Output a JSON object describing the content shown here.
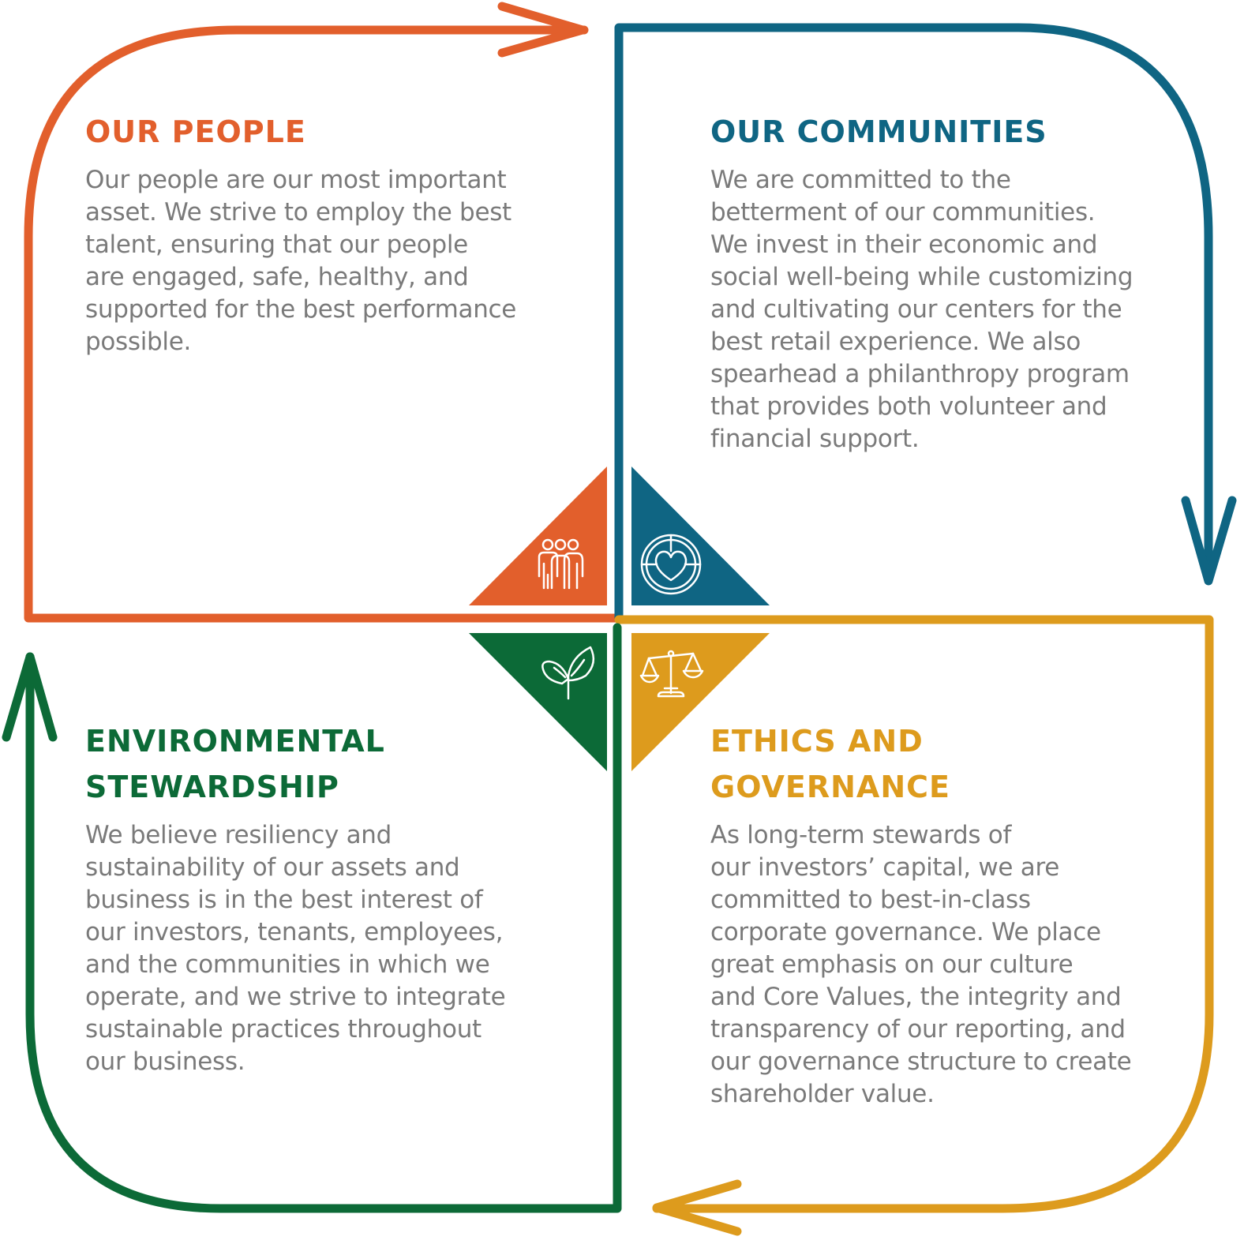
{
  "colors": {
    "people": "#e25f2c",
    "communities": "#0f6583",
    "environment": "#0c6a37",
    "ethics": "#dd9b1d",
    "body_text": "#7a7a7a"
  },
  "quadrants": {
    "people": {
      "title": "OUR PEOPLE",
      "lines": [
        "Our people are our most important",
        "asset. We strive to employ the best",
        "talent, ensuring that our people",
        "are engaged, safe, healthy, and",
        "supported for the best performance",
        "possible."
      ],
      "icon": "people-group-icon"
    },
    "communities": {
      "title": "OUR COMMUNITIES",
      "lines": [
        "We are committed to the",
        "betterment of our communities.",
        "We invest in their economic and",
        "social well-being while customizing",
        "and cultivating our centers for the",
        "best retail experience. We also",
        "spearhead a philanthropy program",
        "that provides both volunteer and",
        "financial support."
      ],
      "icon": "globe-heart-icon"
    },
    "environment": {
      "title_lines": [
        "ENVIRONMENTAL",
        "STEWARDSHIP"
      ],
      "lines": [
        "We believe resiliency and",
        "sustainability of our assets and",
        "business is in the best interest of",
        "our investors, tenants, employees,",
        "and the communities in which we",
        "operate, and we strive to integrate",
        "sustainable practices throughout",
        "our business."
      ],
      "icon": "leaf-sprout-icon"
    },
    "ethics": {
      "title_lines": [
        "ETHICS AND",
        "GOVERNANCE"
      ],
      "lines": [
        "As long-term stewards of",
        "our investors’ capital, we are",
        "committed to best-in-class",
        "corporate governance. We place",
        "great emphasis on our culture",
        "and Core Values, the integrity and",
        "transparency of our reporting, and",
        "our governance structure to create",
        "shareholder value."
      ],
      "icon": "scales-icon"
    }
  }
}
